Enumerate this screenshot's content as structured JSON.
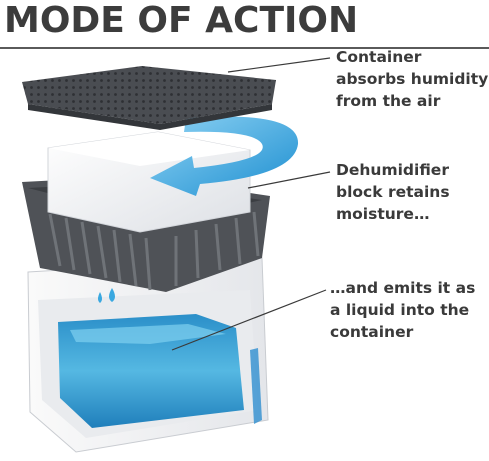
{
  "title": "MODE OF ACTION",
  "steps": [
    {
      "text": "Container\nabsorbs humidity\nfrom the air"
    },
    {
      "text": "Dehumidifier\nblock retains\nmoisture…"
    },
    {
      "text": "…and emits it as\na liquid into the\ncontainer"
    }
  ],
  "colors": {
    "title": "#3c3c3c",
    "lid": "#4a4d52",
    "basket": "#4f5257",
    "block": "#f4f5f7",
    "container": "#f2f3f5",
    "water": "#3fa6d6",
    "arrow": "#2e9ad4"
  }
}
